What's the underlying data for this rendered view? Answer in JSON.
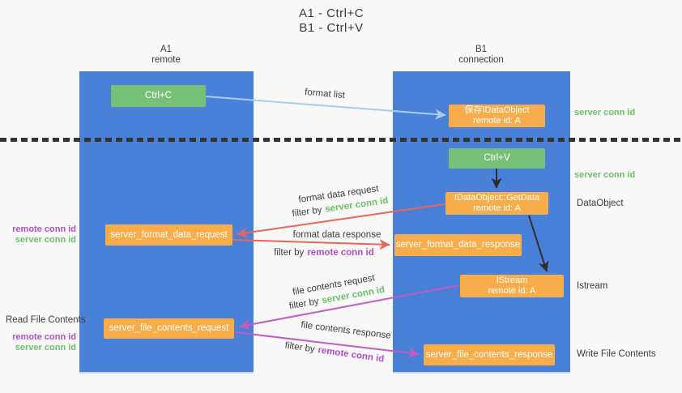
{
  "title": {
    "line1": "A1 - Ctrl+C",
    "line2": "B1 - Ctrl+V"
  },
  "lanes": {
    "left": {
      "title": "A1",
      "subtitle": "remote"
    },
    "right": {
      "title": "B1",
      "subtitle": "connection"
    }
  },
  "nodes": {
    "ctrl_c": {
      "label": "Ctrl+C"
    },
    "save_idataobject": {
      "line1": "保存IDataObject",
      "line2": "remote id: A"
    },
    "ctrl_v": {
      "label": "Ctrl+V"
    },
    "getdata": {
      "line1": "IDataObject::GetData",
      "line2": "remote id: A"
    },
    "server_format_data_request": {
      "label": "server_format_data_request"
    },
    "server_format_data_response": {
      "label": "server_format_data_response"
    },
    "istream": {
      "line1": "IStream",
      "line2": "remote id: A"
    },
    "server_file_contents_request": {
      "label": "server_file_contents_request"
    },
    "server_file_contents_response": {
      "label": "server_file_contents_response"
    }
  },
  "annotations": {
    "right_server_conn_id_top": "server conn id",
    "right_server_conn_id_mid": "server conn id",
    "right_dataobject": "DataObject",
    "right_istream": "Istream",
    "right_write_file_contents": "Write File Contents",
    "left_read_file_contents": "Read File Contents",
    "left_remote_conn_id_1": "remote conn id",
    "left_server_conn_id_1": "server conn id",
    "left_remote_conn_id_2": "remote conn id",
    "left_server_conn_id_2": "server conn id"
  },
  "arrow_labels": {
    "format_list": "format list",
    "format_data_request": "format data request",
    "format_data_response": "format data response",
    "file_contents_request": "file contents request",
    "file_contents_response": "file contents response",
    "filter_by": "filter by",
    "server_conn_id": "server conn id",
    "remote_conn_id": "remote conn id"
  },
  "colors": {
    "lane_blue": "#4a81d8",
    "node_green": "#77c078",
    "node_orange": "#f9ad4a",
    "arrow_light_blue": "#a8cdec",
    "arrow_red": "#e8645c",
    "arrow_magenta": "#c45ac4",
    "arrow_black": "#2d2d2d",
    "text_green": "#6abf69",
    "text_purple": "#b04fc4",
    "text_dark": "#3d3d3d"
  }
}
